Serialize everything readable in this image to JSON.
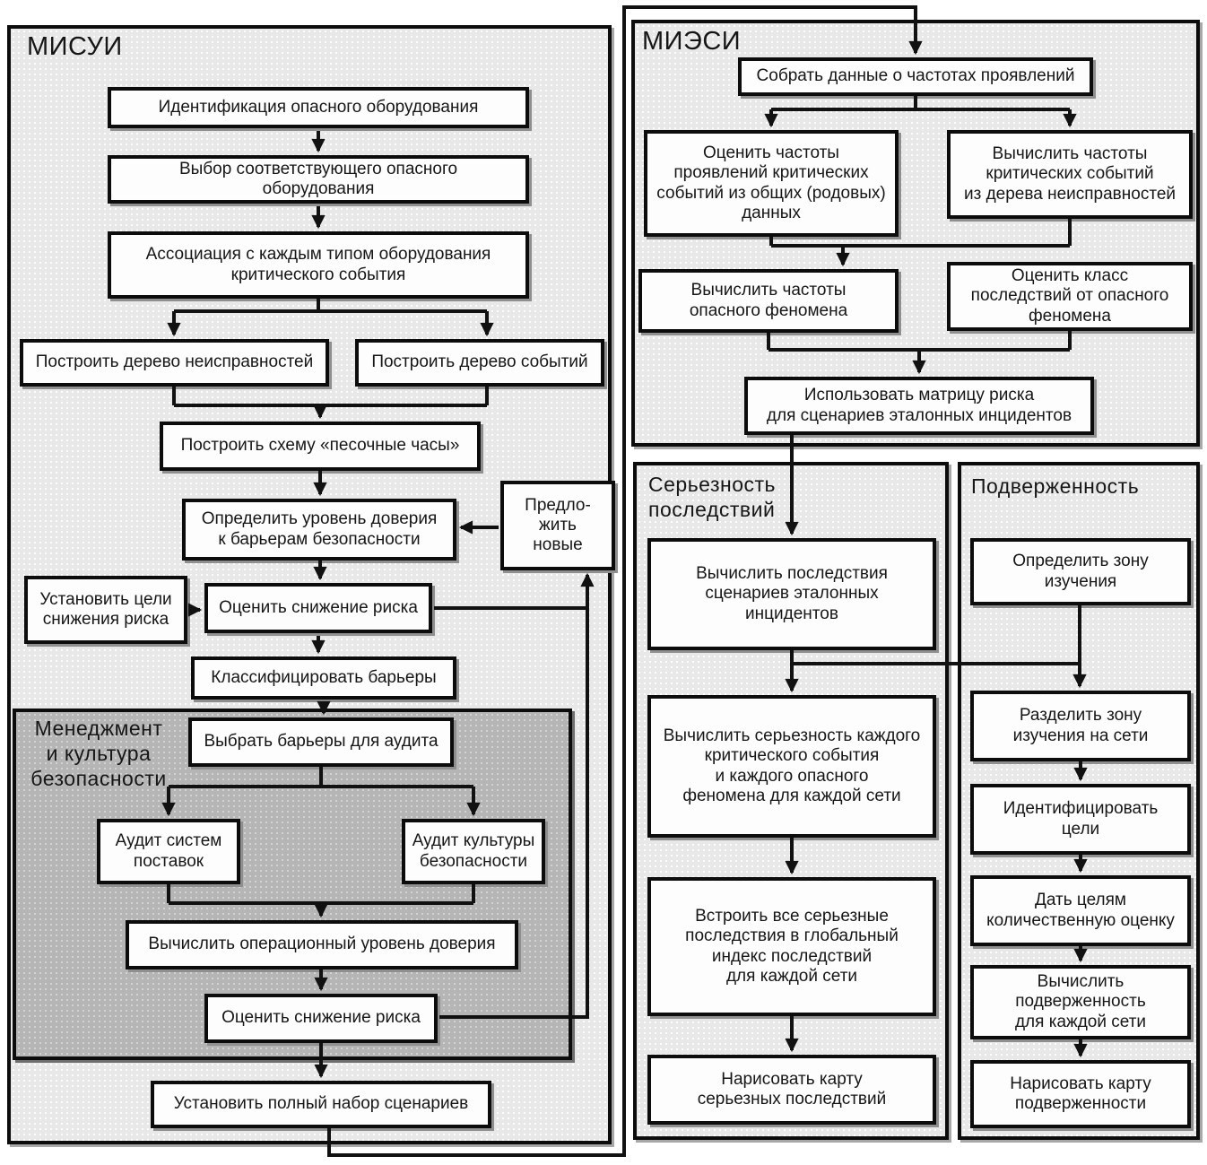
{
  "colors": {
    "panel_bg": "#e8e8e8",
    "subpanel_bg": "#b5b5b5",
    "box_bg": "#fdfdfd",
    "line": "#111111"
  },
  "misui": {
    "title": "МИСУИ",
    "management_title": "Менеджмент\nи культура\nбезопасности",
    "nodes": {
      "identify_equipment": "Идентификация опасного оборудования",
      "select_equipment": "Выбор соответствующего опасного\nоборудования",
      "associate_event": "Ассоциация с каждым типом оборудования\nкритического события",
      "fault_tree": "Построить дерево неисправностей",
      "event_tree": "Построить дерево событий",
      "hourglass": "Построить схему «песочные часы»",
      "confidence_level": "Определить уровень доверия\nк барьерам безопасности",
      "propose_new": "Предло-\nжить\nновые",
      "set_goals": "Установить цели\nснижения риска",
      "assess_risk_reduction_1": "Оценить снижение риска",
      "classify_barriers": "Классифицировать барьеры",
      "select_barriers_audit": "Выбрать барьеры для аудита",
      "audit_supply": "Аудит систем\nпоставок",
      "audit_culture": "Аудит культуры\nбезопасности",
      "operational_confidence": "Вычислить операционный уровень доверия",
      "assess_risk_reduction_2": "Оценить снижение риска",
      "full_scenario_set": "Установить полный набор сценариев"
    }
  },
  "miesi": {
    "title": "МИЭСИ",
    "nodes": {
      "collect_data": "Собрать данные о частотах проявлений",
      "estimate_frequencies": "Оценить частоты\nпроявлений критических\nсобытий из общих (родовых)\nданных",
      "compute_frequencies": "Вычислить частоты\nкритических событий\nиз дерева неисправностей",
      "phenomenon_frequencies": "Вычислить частоты\nопасного феномена",
      "consequence_class": "Оценить класс\nпоследствий от опасного\nфеномена",
      "risk_matrix": "Использовать матрицу риска\nдля сценариев эталонных инцидентов"
    }
  },
  "severity": {
    "title": "Серьезность\nпоследствий",
    "nodes": {
      "compute_consequences": "Вычислить последствия\nсценариев эталонных\nинцидентов",
      "compute_severity": "Вычислить серьезность каждого\nкритического события\nи каждого опасного\nфеномена для каждой сети",
      "global_index": "Встроить все серьезные\nпоследствия в глобальный\nиндекс последствий\nдля каждой сети",
      "severity_map": "Нарисовать карту\nсерьезных последствий"
    }
  },
  "exposure": {
    "title": "Подверженность",
    "nodes": {
      "define_zone": "Определить зону\nизучения",
      "divide_zone": "Разделить зону\nизучения на сети",
      "identify_targets": "Идентифицировать\nцели",
      "quantify_targets": "Дать целям\nколичественную оценку",
      "compute_exposure": "Вычислить\nподверженность\nдля каждой сети",
      "exposure_map": "Нарисовать карту\nподверженности"
    }
  }
}
